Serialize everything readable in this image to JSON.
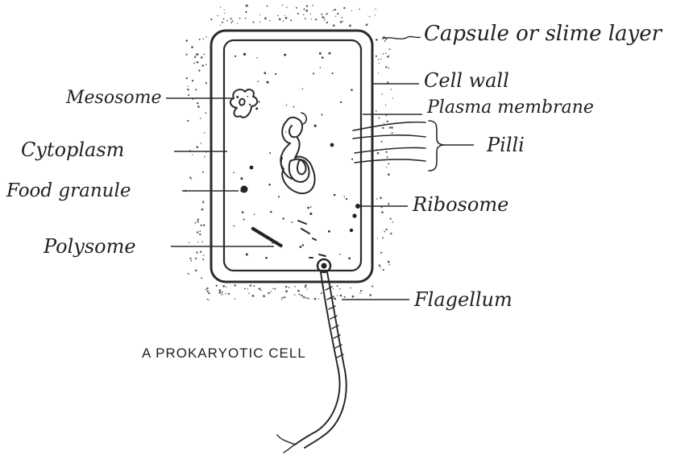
{
  "diagram": {
    "title": "A PROKARYOTIC CELL",
    "labels": {
      "capsule": "Capsule or slime layer",
      "cell_wall": "Cell wall",
      "plasma_membrane": "Plasma membrane",
      "pilli": "Pilli",
      "ribosome": "Ribosome",
      "flagellum": "Flagellum",
      "mesosome": "Mesosome",
      "cytoplasm": "Cytoplasm",
      "food_granule": "Food granule",
      "polysome": "Polysome"
    }
  }
}
